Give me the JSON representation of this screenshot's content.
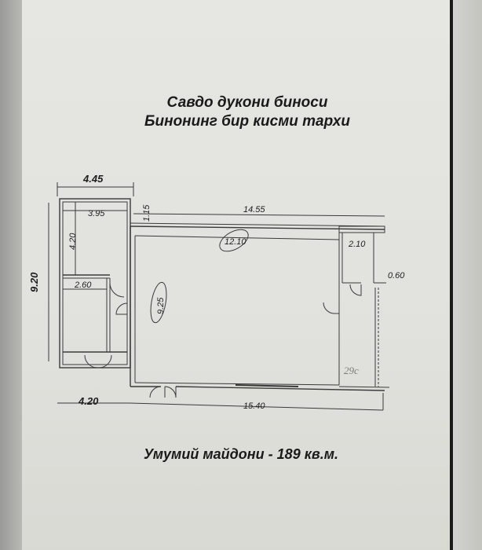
{
  "document": {
    "title_line1": "Савдо дукони биноси",
    "title_line2": "Бинонинг бир кисми тархи",
    "total_area": "Умумий майдони - 189 кв.м."
  },
  "floor_plan": {
    "dimensions": {
      "top_left_width": "4.45",
      "left_room_inner_width": "3.95",
      "left_room_height": "4.20",
      "step_height": "1.15",
      "top_total_width": "14.55",
      "overall_height": "9.20",
      "small_room_width": "2.60",
      "main_hall_width": "12.10",
      "main_hall_height": "9.25",
      "right_room_width": "2.10",
      "right_offset": "0.60",
      "bottom_left_width": "4.20",
      "bottom_right_width": "15.40"
    },
    "handwritten_note": "29с"
  }
}
